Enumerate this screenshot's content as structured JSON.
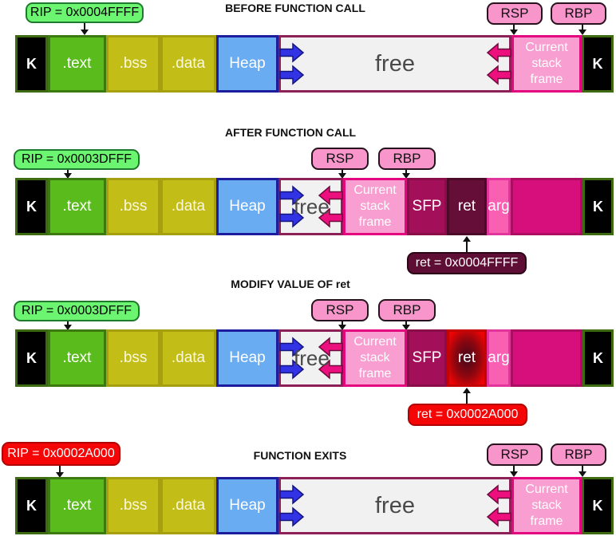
{
  "colors": {
    "kernel_black": "#000000",
    "text_green": "#5abb1d",
    "bss_data_yellow": "#c3bd18",
    "heap_blue": "#6aacf2",
    "free_gray": "#f2f1f2",
    "stack_frame_pink": "#f89ed0",
    "sfp_magenta": "#a31059",
    "ret_dark_maroon": "#650e38",
    "arg_hot_pink": "#f960b2",
    "stack_used_magenta": "#d60f7c",
    "rip_green": "#6cf571",
    "alert_red": "#f50505",
    "pointer_pill_pink": "#f895cb",
    "grow_arrow_blue": "#3333e6",
    "grow_arrow_pink": "#ee0f7f"
  },
  "sections": [
    {
      "title": "BEFORE FUNCTION CALL",
      "rip": "RIP = 0x0004FFFF",
      "rsp": "RSP",
      "rbp": "RBP",
      "segments": {
        "k_left": "K",
        "text": ".text",
        "bss": ".bss",
        "data": ".data",
        "heap": "Heap",
        "free": "free",
        "stack": "Current stack frame",
        "k_right": "K"
      }
    },
    {
      "title": "AFTER FUNCTION CALL",
      "rip": "RIP = 0x0003DFFF",
      "rsp": "RSP",
      "rbp": "RBP",
      "ret_note": "ret = 0x0004FFFF",
      "segments": {
        "k_left": "K",
        "text": ".text",
        "bss": ".bss",
        "data": ".data",
        "heap": "Heap",
        "free": "free",
        "stack": "Current stack frame",
        "sfp": "SFP",
        "ret": "ret",
        "arg": "arg",
        "stack_used": "",
        "k_right": "K"
      }
    },
    {
      "title": "MODIFY VALUE OF ret",
      "rip": "RIP = 0x0003DFFF",
      "rsp": "RSP",
      "rbp": "RBP",
      "ret_note": "ret = 0x0002A000",
      "segments": {
        "k_left": "K",
        "text": ".text",
        "bss": ".bss",
        "data": ".data",
        "heap": "Heap",
        "free": "free",
        "stack": "Current stack frame",
        "sfp": "SFP",
        "ret": "ret",
        "arg": "arg",
        "stack_used": "",
        "k_right": "K"
      }
    },
    {
      "title": "FUNCTION EXITS",
      "rip": "RIP = 0x0002A000",
      "rsp": "RSP",
      "rbp": "RBP",
      "segments": {
        "k_left": "K",
        "text": ".text",
        "bss": ".bss",
        "data": ".data",
        "heap": "Heap",
        "free": "free",
        "stack": "Current stack frame",
        "k_right": "K"
      }
    }
  ]
}
